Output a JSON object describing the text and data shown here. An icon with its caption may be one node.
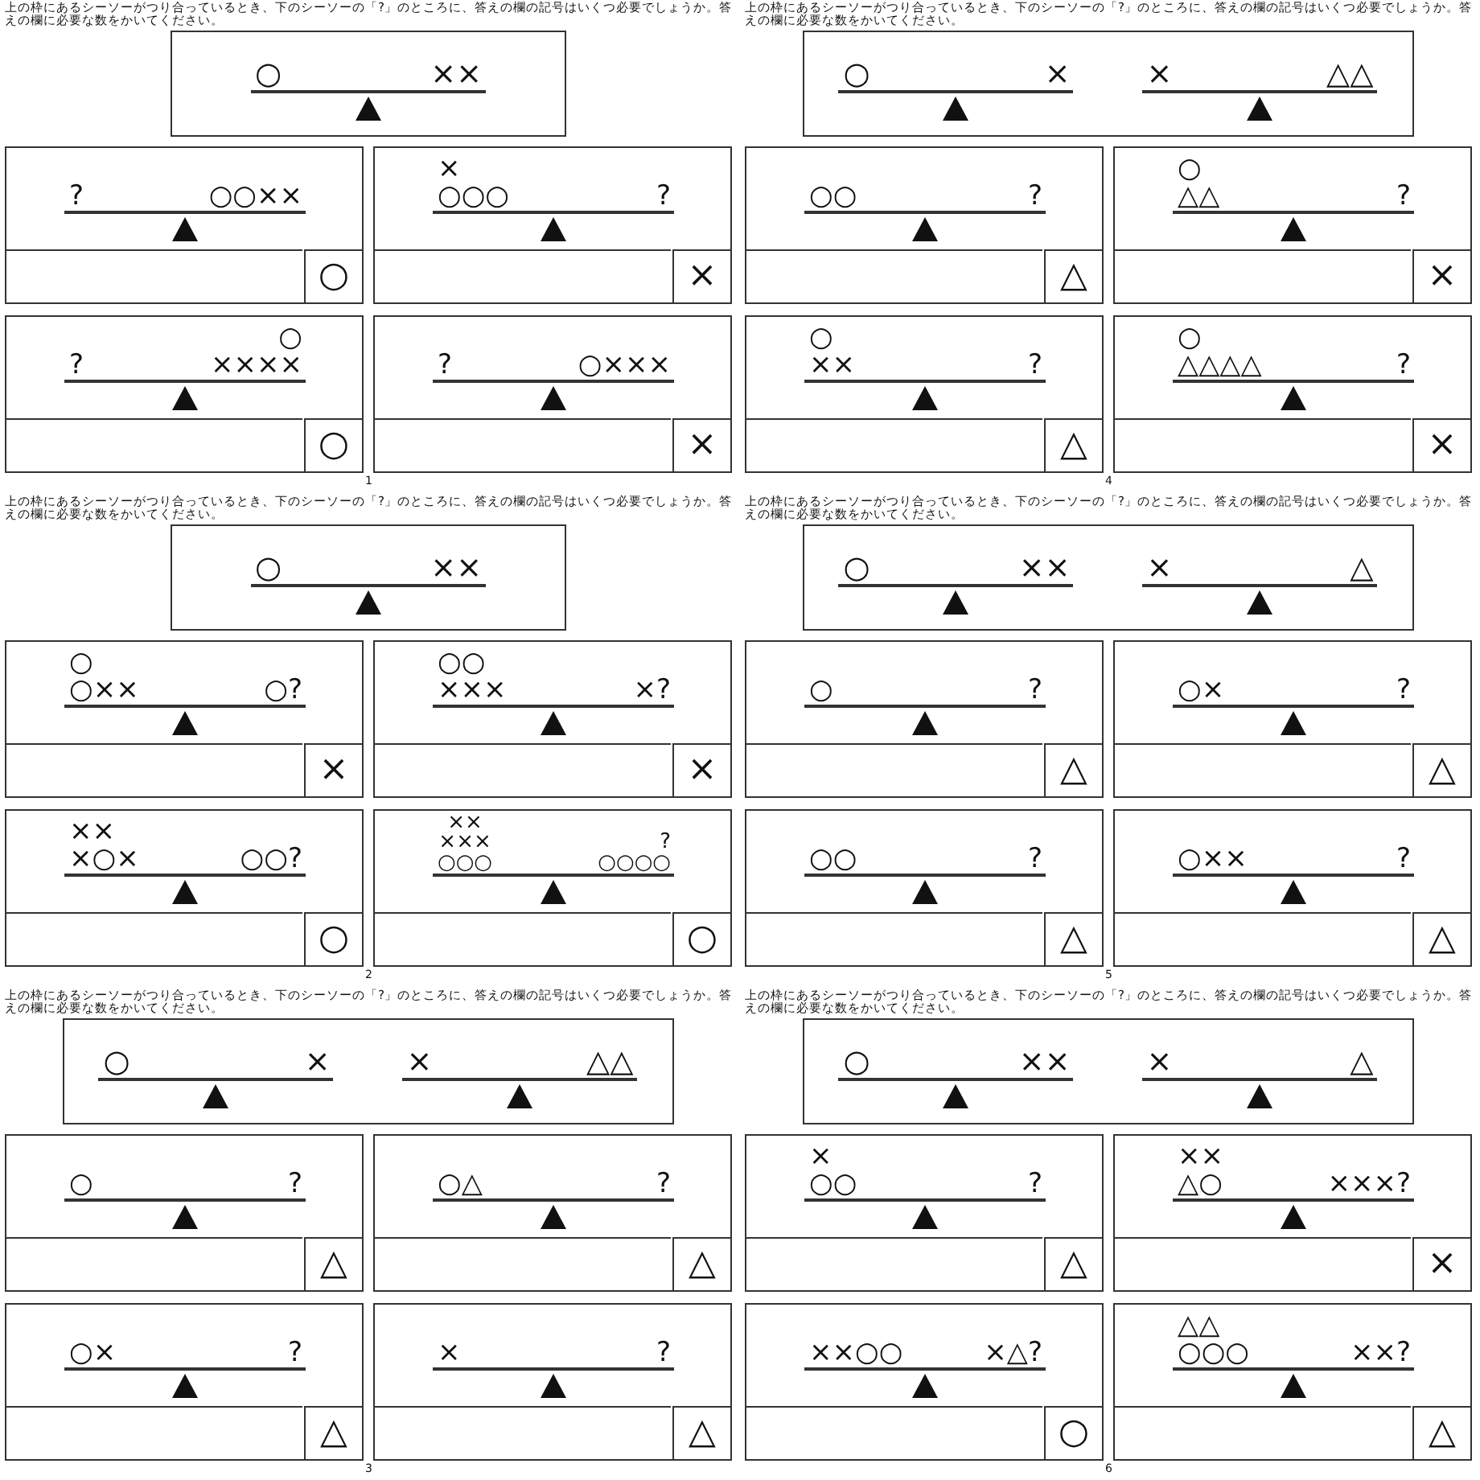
{
  "diagram": {
    "nodes": [
      {
        "text": [
          "○",
          "××"
        ]
      },
      {
        "text": [
          "?",
          "○○××"
        ]
      },
      {
        "text": [],
        "shape": "box",
        "in": 1
      },
      {
        "text": [
          "○"
        ],
        "in": 1
      },
      {
        "text": [
          "× ○○○",
          "?"
        ]
      },
      {
        "text": [],
        "shape": "box",
        "in": 4
      },
      {
        "text": [
          "×"
        ],
        "in": 4
      },
      {
        "text": [
          "?",
          "○ ××××"
        ]
      },
      {
        "text": [],
        "shape": "box",
        "in": 7
      },
      {
        "text": [
          "○"
        ],
        "in": 7
      },
      {
        "text": [
          "?",
          "○×××"
        ]
      },
      {
        "text": [],
        "shape": "box",
        "in": 10
      },
      {
        "text": [
          "×"
        ],
        "in": 10
      },
      {
        "text": [
          "○",
          "×",
          "×",
          "△△"
        ]
      },
      {
        "text": [
          "○○",
          "?"
        ]
      },
      {
        "text": [],
        "shape": "box",
        "in": 14
      },
      {
        "text": [
          "△"
        ],
        "in": 14
      },
      {
        "text": [
          "○ △△",
          "?"
        ]
      },
      {
        "text": [],
        "shape": "box",
        "in": 17
      },
      {
        "text": [
          "×"
        ],
        "in": 17
      },
      {
        "text": [
          "○ ××",
          "?"
        ]
      },
      {
        "text": [],
        "shape": "box",
        "in": 20
      },
      {
        "text": [
          "△"
        ],
        "in": 20
      },
      {
        "text": [
          "○ △△△△",
          "?"
        ]
      },
      {
        "text": [],
        "shape": "box",
        "in": 23
      },
      {
        "text": [
          "×"
        ],
        "in": 23
      },
      {
        "text": [
          "○",
          "××"
        ]
      },
      {
        "text": [
          "○ ○××",
          "○?"
        ]
      },
      {
        "text": [],
        "shape": "box",
        "in": 27
      },
      {
        "text": [
          "×"
        ],
        "in": 27
      },
      {
        "text": [
          "○○ ×××",
          "×?"
        ]
      },
      {
        "text": [],
        "shape": "box",
        "in": 30
      },
      {
        "text": [
          "×"
        ],
        "in": 30
      },
      {
        "text": [
          "×× ×○×",
          "○○?"
        ]
      },
      {
        "text": [],
        "shape": "box",
        "in": 33
      },
      {
        "text": [
          "○"
        ],
        "in": 33
      },
      {
        "text": [
          "×× ××× ○○○",
          "? ○○○○"
        ]
      },
      {
        "text": [],
        "shape": "box",
        "in": 36
      },
      {
        "text": [
          "○"
        ],
        "in": 36
      },
      {
        "text": [
          "○",
          "××",
          "×",
          "△"
        ]
      },
      {
        "text": [
          "○",
          "?"
        ]
      },
      {
        "text": [],
        "shape": "box",
        "in": 40
      },
      {
        "text": [
          "△"
        ],
        "in": 40
      },
      {
        "text": [
          "○×",
          "?"
        ]
      },
      {
        "text": [],
        "shape": "box",
        "in": 43
      },
      {
        "text": [
          "△"
        ],
        "in": 43
      },
      {
        "text": [
          "○○",
          "?"
        ]
      },
      {
        "text": [],
        "shape": "box",
        "in": 46
      },
      {
        "text": [
          "△"
        ],
        "in": 46
      },
      {
        "text": [
          "○××",
          "?"
        ]
      },
      {
        "text": [],
        "shape": "box",
        "in": 49
      },
      {
        "text": [
          "△"
        ],
        "in": 49
      },
      {
        "text": [
          "○",
          "×",
          "×",
          "△△"
        ]
      },
      {
        "text": [
          "○",
          "?"
        ]
      },
      {
        "text": [],
        "shape": "box",
        "in": 53
      },
      {
        "text": [
          "△"
        ],
        "in": 53
      },
      {
        "text": [
          "○△",
          "?"
        ]
      },
      {
        "text": [],
        "shape": "box",
        "in": 56
      },
      {
        "text": [
          "△"
        ],
        "in": 56
      },
      {
        "text": [
          "○×",
          "?"
        ]
      },
      {
        "text": [],
        "shape": "box",
        "in": 59
      },
      {
        "text": [
          "△"
        ],
        "in": 59
      },
      {
        "text": [
          "×",
          "?"
        ]
      },
      {
        "text": [],
        "shape": "box",
        "in": 62
      },
      {
        "text": [
          "△"
        ],
        "in": 62
      },
      {
        "text": [
          "○",
          "××",
          "×",
          "△"
        ]
      },
      {
        "text": [
          "× ○○",
          "?"
        ]
      },
      {
        "text": [],
        "shape": "box",
        "in": 66
      },
      {
        "text": [
          "△"
        ],
        "in": 66
      },
      {
        "text": [
          "×× △○",
          "×××?"
        ]
      },
      {
        "text": [],
        "shape": "box",
        "in": 69
      },
      {
        "text": [
          "×"
        ],
        "in": 69
      },
      {
        "text": [
          "××○○",
          "×△?"
        ]
      },
      {
        "text": [],
        "shape": "box",
        "in": 72
      },
      {
        "text": [
          "○"
        ],
        "in": 72
      },
      {
        "text": [
          "△△ ○○○",
          "××?"
        ]
      },
      {
        "text": [],
        "shape": "box",
        "in": 75
      },
      {
        "text": [
          "△"
        ],
        "in": 75
      }
    ],
    "labels": [
      "上の枠にあるシーソーがつり合っているとき、下のシーソーの「?」のところに、答えの欄の記号はいくつ必要でしょうか。答えの欄に必要な数をかいてください。",
      "上の枠にあるシーソーがつり合っているとき、下のシーソーの「?」のところに、答えの欄の記号はいくつ必要でしょうか。答えの欄に必要な数をかいてください。",
      "1",
      "4",
      "上の枠にあるシーソーがつり合っているとき、下のシーソーの「?」のところに、答えの欄の記号はいくつ必要でしょうか。答えの欄に必要な数をかいてください。",
      "上の枠にあるシーソーがつり合っているとき、下のシーソーの「?」のところに、答えの欄の記号はいくつ必要でしょうか。答えの欄に必要な数をかいてください。",
      "2",
      "5",
      "上の枠にあるシーソーがつり合っているとき、下のシーソーの「?」のところに、答えの欄の記号はいくつ必要でしょうか。答えの欄に必要な数をかいてください。",
      "上の枠にあるシーソーがつり合っているとき、下のシーソーの「?」のところに、答えの欄の記号はいくつ必要でしょうか。答えの欄に必要な数をかいてください。",
      "3",
      "6"
    ]
  }
}
